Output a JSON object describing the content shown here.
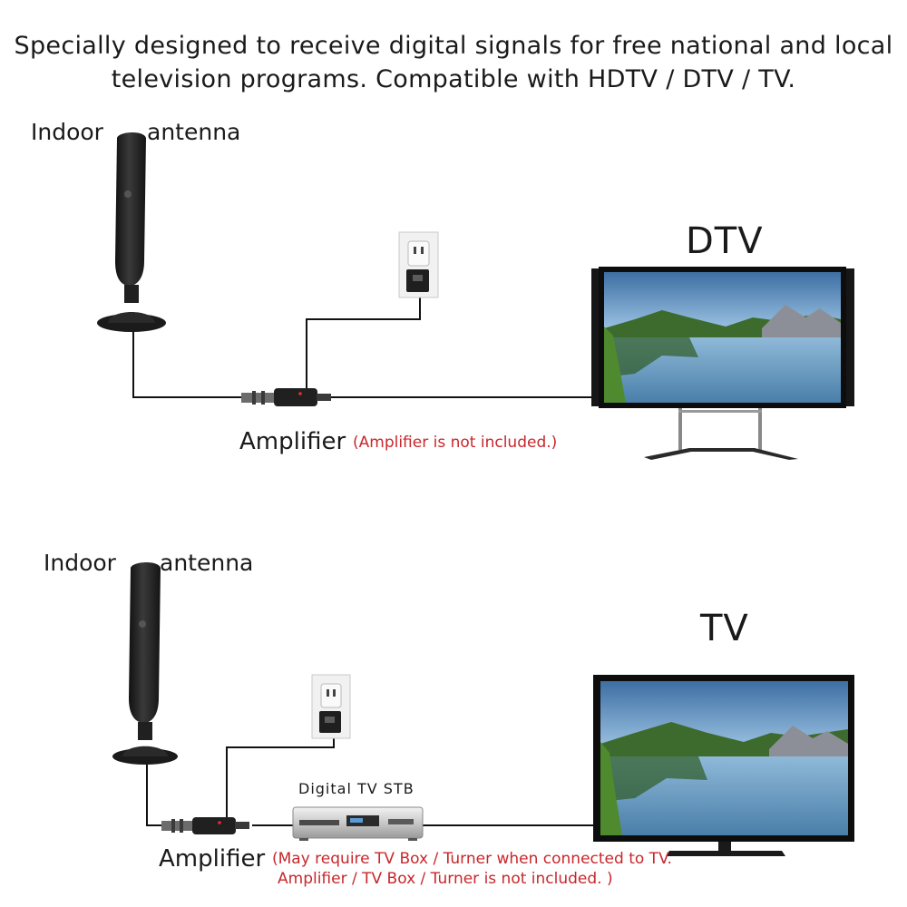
{
  "headline": {
    "line1": "Specially designed to receive digital signals for free national and local",
    "line2": "television programs. Compatible with HDTV / DTV / TV."
  },
  "top": {
    "antenna_left": "Indoor",
    "antenna_right": "antenna",
    "display_label": "DTV",
    "amplifier_label": "Amplifier",
    "amplifier_note": "(Amplifier is not included.)"
  },
  "bottom": {
    "antenna_left": "Indoor",
    "antenna_right": "antenna",
    "display_label": "TV",
    "stb_label": "Digital  TV  STB",
    "amplifier_label": "Amplifier",
    "amplifier_note_line1": "(May require TV Box / Turner when connected to TV.",
    "amplifier_note_line2": "Amplifier / TV Box / Turner is not included. )"
  },
  "colors": {
    "note": "#c8272c",
    "text": "#1a1a1a",
    "device": "#262626",
    "cable": "#111111"
  }
}
